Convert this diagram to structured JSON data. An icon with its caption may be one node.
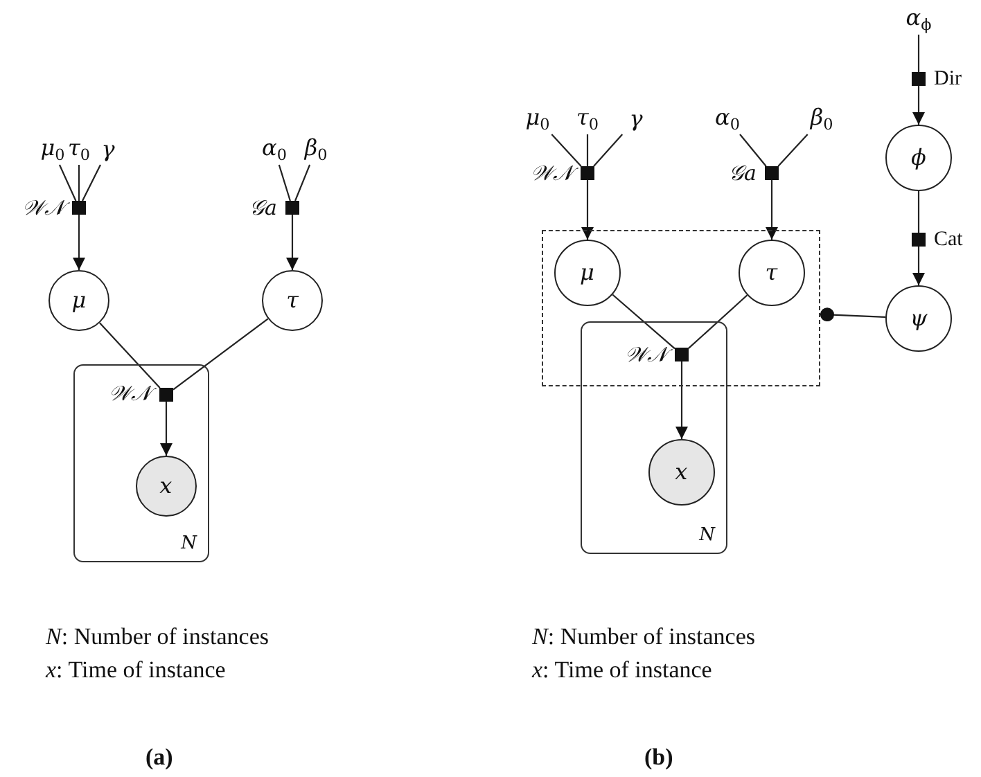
{
  "diagram": {
    "nodes": [
      {
        "text": [
          "μ$_{0}$"
        ]
      },
      {
        "text": [
          "τ$_{0}$"
        ]
      },
      {
        "text": [
          "γ"
        ]
      },
      {
        "text": [
          "α$_{0}$"
        ]
      },
      {
        "text": [
          "β$_{0}$"
        ]
      },
      {
        "text": [],
        "shape": "box",
        "beside": [
          "𝒲𝒩"
        ]
      },
      {
        "text": [],
        "shape": "box",
        "beside": [
          "𝒢a"
        ]
      },
      {
        "text": [
          "μ"
        ]
      },
      {
        "text": [
          "τ"
        ]
      },
      {
        "text": [
          "N"
        ]
      },
      {
        "text": [],
        "shape": "box",
        "beside": [
          "𝒲𝒩"
        ],
        "in": 9
      },
      {
        "text": [
          "x"
        ],
        "in": 9
      },
      {
        "text": [
          "α$_{ϕ}$"
        ]
      },
      {
        "text": [
          "μ$_{0}$"
        ]
      },
      {
        "text": [
          "τ$_{0}$"
        ]
      },
      {
        "text": [
          "γ"
        ]
      },
      {
        "text": [
          "α$_{0}$"
        ]
      },
      {
        "text": [
          "β$_{0}$"
        ]
      },
      {
        "text": [],
        "shape": "box",
        "beside": [
          "Dir"
        ]
      },
      {
        "text": [],
        "shape": "box",
        "beside": [
          "𝒲𝒩"
        ]
      },
      {
        "text": [],
        "shape": "box",
        "beside": [
          "𝒢a"
        ]
      },
      {
        "text": [
          "ϕ"
        ]
      },
      {
        "text": [],
        "shape": "box",
        "beside": [
          "Cat"
        ]
      },
      {
        "text": [],
        "shape": "box"
      },
      {
        "text": [
          "μ"
        ],
        "in": 23
      },
      {
        "text": [
          "τ"
        ],
        "in": 23
      },
      {
        "text": [
          "ψ"
        ]
      },
      {
        "text": [
          "N"
        ]
      },
      {
        "text": [],
        "shape": "box",
        "beside": [
          "𝒲𝒩"
        ]
      },
      {
        "text": [
          "x"
        ],
        "in": 27
      }
    ],
    "edges": [
      {
        "from": 0,
        "to": 5,
        "arrow": "none"
      },
      {
        "from": 1,
        "to": 5,
        "arrow": "none"
      },
      {
        "from": 2,
        "to": 5,
        "arrow": "none"
      },
      {
        "from": 3,
        "to": 6,
        "arrow": "none"
      },
      {
        "from": 4,
        "to": 6,
        "arrow": "none"
      },
      {
        "from": 5,
        "to": 7,
        "arrow": "to"
      },
      {
        "from": 6,
        "to": 8,
        "arrow": "to"
      },
      {
        "from": 7,
        "to": 10,
        "arrow": "none"
      },
      {
        "from": 8,
        "to": 10,
        "arrow": "none"
      },
      {
        "from": 10,
        "to": 11,
        "arrow": "to"
      },
      {
        "from": 12,
        "to": 18,
        "arrow": "none"
      },
      {
        "from": 18,
        "to": 21,
        "arrow": "to"
      },
      {
        "from": 21,
        "to": 22,
        "arrow": "none"
      },
      {
        "from": 22,
        "to": 26,
        "arrow": "to"
      },
      {
        "from": 13,
        "to": 19,
        "arrow": "none"
      },
      {
        "from": 14,
        "to": 19,
        "arrow": "none"
      },
      {
        "from": 15,
        "to": 19,
        "arrow": "none"
      },
      {
        "from": 16,
        "to": 20,
        "arrow": "none"
      },
      {
        "from": 17,
        "to": 20,
        "arrow": "none"
      },
      {
        "from": 19,
        "to": 24,
        "arrow": "to"
      },
      {
        "from": 20,
        "to": 25,
        "arrow": "to"
      },
      {
        "from": 24,
        "to": 28,
        "arrow": "none"
      },
      {
        "from": 25,
        "to": 28,
        "arrow": "none"
      },
      {
        "from": 28,
        "to": 29,
        "arrow": "to"
      },
      {
        "from": 26,
        "to": 23,
        "arrow": "other"
      }
    ],
    "labels": [
      "*N*: Number of instances",
      "*N*: Number of instances",
      "*x*: Time of instance",
      "*x*: Time of instance",
      "(a)",
      "(b)"
    ]
  }
}
